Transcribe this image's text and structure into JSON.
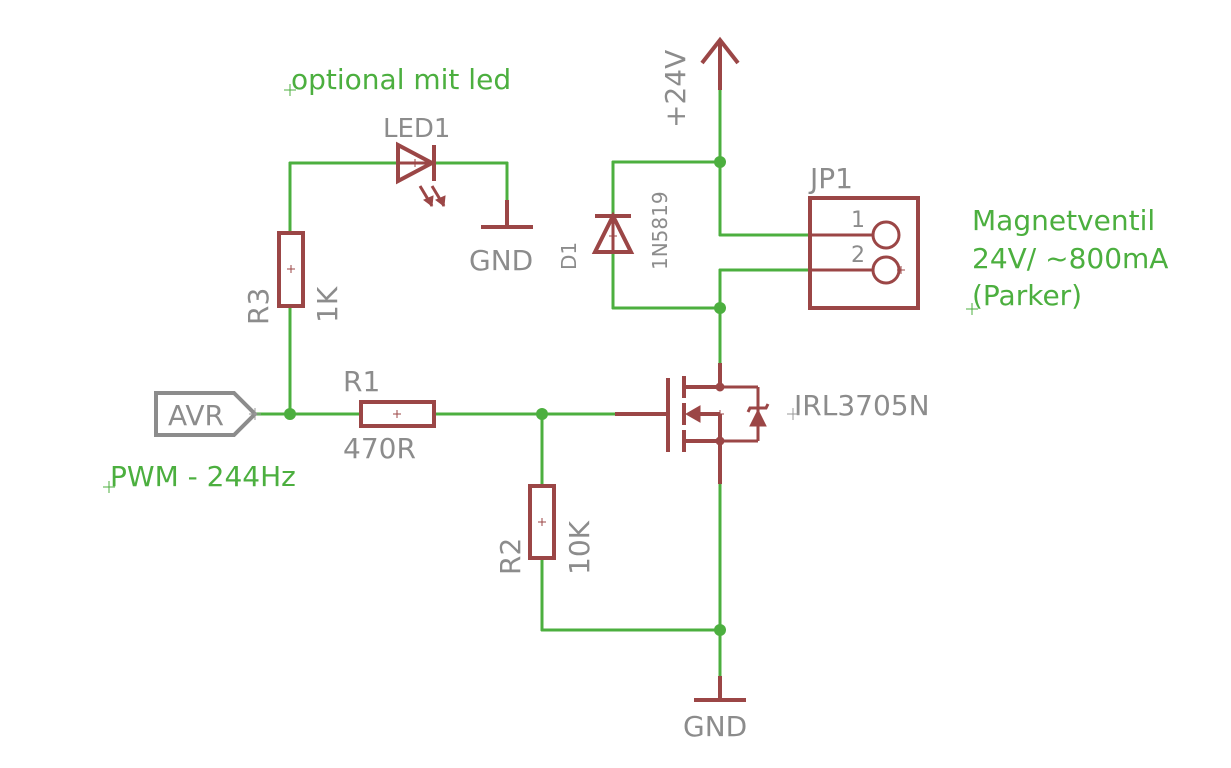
{
  "notes": {
    "optional_led": "optional mit led",
    "pwm": "PWM - 244Hz",
    "valve_line1": "Magnetventil",
    "valve_line2": "24V/ ~800mA",
    "valve_line3": "(Parker)"
  },
  "supply": {
    "label": "+24V"
  },
  "ground": {
    "top": "GND",
    "bottom": "GND"
  },
  "input": {
    "label": "AVR"
  },
  "r1": {
    "name": "R1",
    "value": "470R"
  },
  "r2": {
    "name": "R2",
    "value": "10K"
  },
  "r3": {
    "name": "R3",
    "value": "1K"
  },
  "led": {
    "name": "LED1"
  },
  "diode": {
    "name": "D1",
    "value": "1N5819"
  },
  "mosfet": {
    "value": "IRL3705N"
  },
  "connector": {
    "name": "JP1",
    "pin1": "1",
    "pin2": "2"
  },
  "colors": {
    "wire": "#4caf3f",
    "part": "#9b4646",
    "label": "#8c8c8c"
  }
}
